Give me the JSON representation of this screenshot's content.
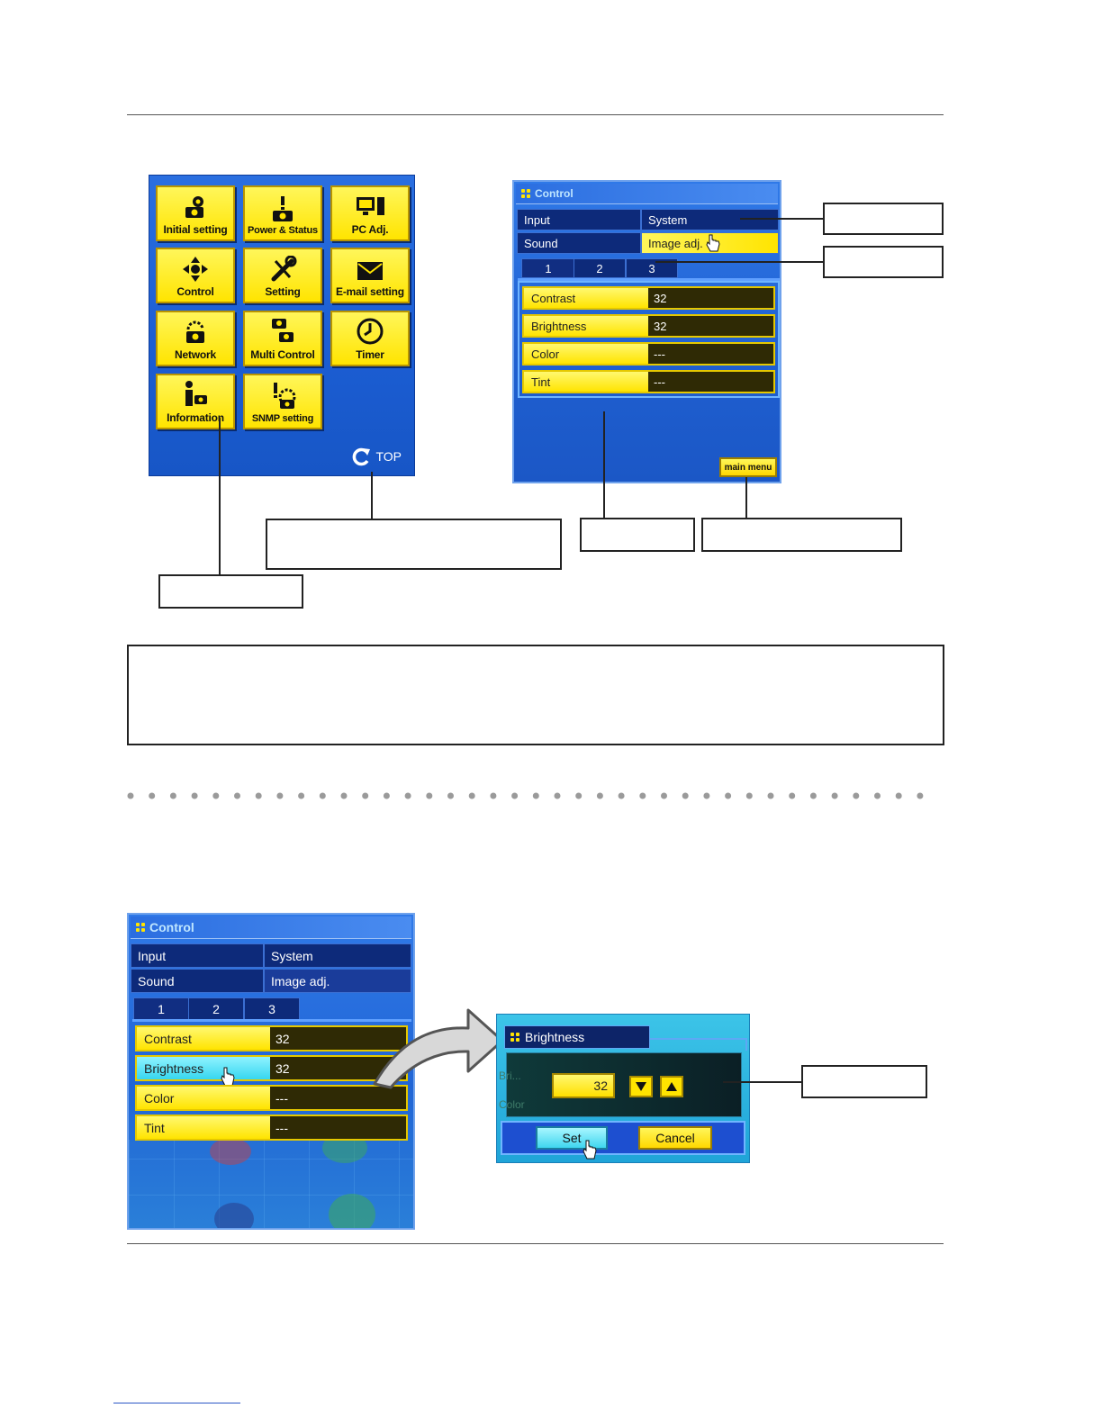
{
  "menu": {
    "tiles": [
      {
        "label": "Initial setting",
        "icon": "gear-camera-icon"
      },
      {
        "label": "Power & Status",
        "icon": "power-status-icon"
      },
      {
        "label": "PC Adj.",
        "icon": "monitor-icon"
      },
      {
        "label": "Control",
        "icon": "move-arrows-icon"
      },
      {
        "label": "Setting",
        "icon": "wrench-icon"
      },
      {
        "label": "E-mail setting",
        "icon": "envelope-icon"
      },
      {
        "label": "Network",
        "icon": "network-lock-icon"
      },
      {
        "label": "Multi Control",
        "icon": "multi-projector-icon"
      },
      {
        "label": "Timer",
        "icon": "clock-icon"
      },
      {
        "label": "Information",
        "icon": "info-icon"
      },
      {
        "label": "SNMP setting",
        "icon": "snmp-icon"
      }
    ],
    "top_label": "TOP"
  },
  "control_top": {
    "title": "Control",
    "tabs": [
      "Input",
      "System",
      "Sound",
      "Image adj."
    ],
    "sub_tabs": [
      "1",
      "2",
      "3"
    ],
    "rows": [
      {
        "label": "Contrast",
        "value": "32"
      },
      {
        "label": "Brightness",
        "value": "32"
      },
      {
        "label": "Color",
        "value": "---"
      },
      {
        "label": "Tint",
        "value": "---"
      }
    ],
    "main_menu_label": "main menu"
  },
  "control_bottom": {
    "title": "Control",
    "tabs": [
      "Input",
      "System",
      "Sound",
      "Image adj."
    ],
    "sub_tabs": [
      "1",
      "2",
      "3"
    ],
    "rows": [
      {
        "label": "Contrast",
        "value": "32"
      },
      {
        "label": "Brightness",
        "value": "32"
      },
      {
        "label": "Color",
        "value": "---"
      },
      {
        "label": "Tint",
        "value": "---"
      }
    ]
  },
  "dialog": {
    "title": "Brightness",
    "value": "32",
    "set_label": "Set",
    "cancel_label": "Cancel",
    "ghost_labels": [
      "Bri...",
      "Color"
    ]
  },
  "colors": {
    "panel_blue": "#1f5fd0",
    "tile_yellow": "#ffe400",
    "dark_value": "#2f2a05"
  }
}
